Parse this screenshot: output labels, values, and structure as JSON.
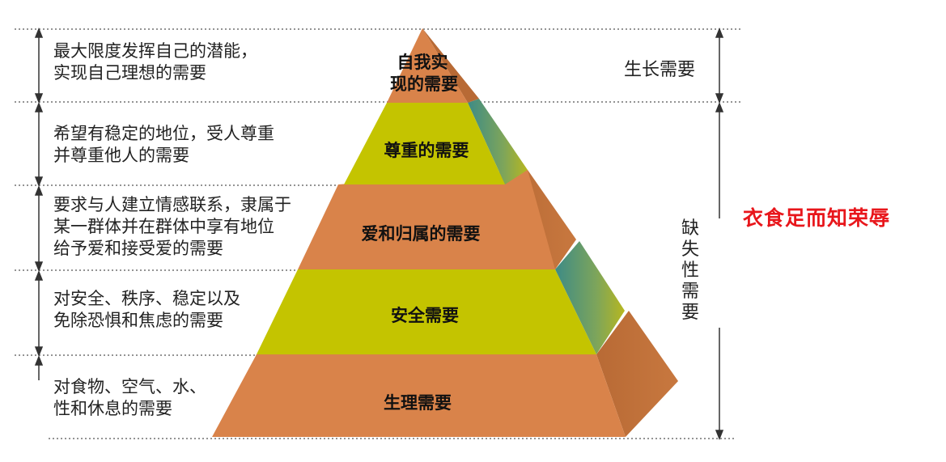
{
  "levels": [
    {
      "label_lines": [
        "自我实",
        "现的需要"
      ],
      "description": "最大限度发挥自己的潜能，\n实现自己理想的需要"
    },
    {
      "label_lines": [
        "尊重的需要"
      ],
      "description": "希望有稳定的地位，受人尊重\n并尊重他人的需要"
    },
    {
      "label_lines": [
        "爱和归属的需要"
      ],
      "description": "要求与人建立情感联系，隶属于\n某一群体并在群体中享有地位\n给予爱和接受爱的需要"
    },
    {
      "label_lines": [
        "安全需要"
      ],
      "description": "对安全、秩序、稳定以及\n免除恐惧和焦虑的需要"
    },
    {
      "label_lines": [
        "生理需要"
      ],
      "description": "对食物、空气、水、\n性和休息的需要"
    }
  ],
  "groups": {
    "growth": "生长需要",
    "deficiency": "缺失性需要"
  },
  "motto": "衣食足而知荣辱",
  "colors": {
    "orange": "#d9834a",
    "olive": "#c4c400",
    "teal_side": "#3c8a86",
    "motto_red": "#e8161b"
  }
}
